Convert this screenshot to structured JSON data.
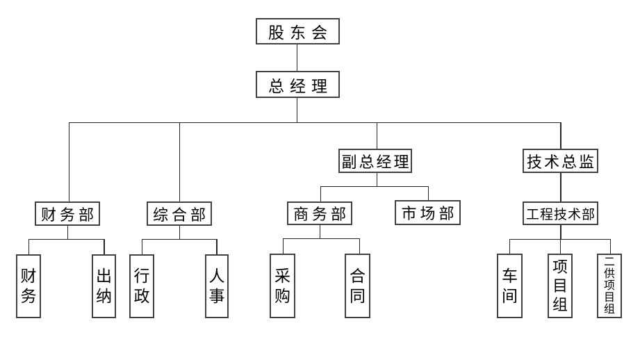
{
  "org_chart": {
    "type": "organization-chart",
    "nodes": {
      "shareholders": "股东会",
      "general_manager": "总经理",
      "deputy_general_manager": "副总经理",
      "technical_director": "技术总监",
      "finance_dept": "财务部",
      "general_affairs_dept": "综合部",
      "business_dept": "商务部",
      "marketing_dept": "市场部",
      "engineering_tech_dept": "工程技术部",
      "finance": "财务",
      "cashier": "出纳",
      "administration": "行政",
      "hr": "人事",
      "procurement": "采购",
      "contract": "合同",
      "workshop": "车间",
      "project_team": "项目组",
      "second_supply_project_team": "二供项目组"
    },
    "edges": [
      [
        "股东会",
        "总经理"
      ],
      [
        "总经理",
        "财务部"
      ],
      [
        "总经理",
        "综合部"
      ],
      [
        "总经理",
        "副总经理"
      ],
      [
        "总经理",
        "技术总监"
      ],
      [
        "副总经理",
        "商务部"
      ],
      [
        "副总经理",
        "市场部"
      ],
      [
        "技术总监",
        "工程技术部"
      ],
      [
        "财务部",
        "财务"
      ],
      [
        "财务部",
        "出纳"
      ],
      [
        "综合部",
        "行政"
      ],
      [
        "综合部",
        "人事"
      ],
      [
        "商务部",
        "采购"
      ],
      [
        "商务部",
        "合同"
      ],
      [
        "工程技术部",
        "车间"
      ],
      [
        "工程技术部",
        "项目组"
      ],
      [
        "工程技术部",
        "二供项目组"
      ]
    ],
    "colors": {
      "background": "#ffffff",
      "box_border": "#404040",
      "connector": "#262626",
      "text": "#000000"
    }
  }
}
